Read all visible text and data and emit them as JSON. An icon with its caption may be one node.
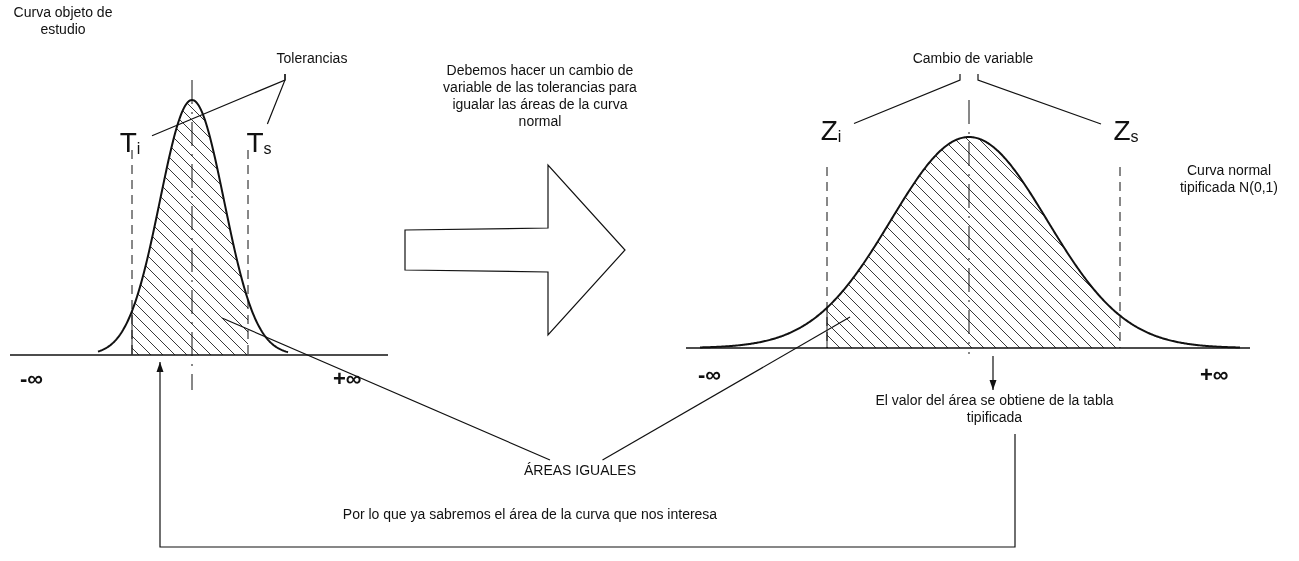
{
  "diagram": {
    "nodes": [
      {
        "text": [],
        "shape": "picture"
      },
      {
        "text": [
          "T$_{i}$"
        ],
        "in": 0
      },
      {
        "text": [
          "T$_{s}$"
        ],
        "in": 0
      },
      {
        "text": [
          "Tolerancias"
        ]
      },
      {
        "text": [],
        "shape": "picture"
      },
      {
        "text": [
          "Z$_{i}$"
        ],
        "in": 4
      },
      {
        "text": [
          "Z$_{s}$"
        ],
        "in": 4
      },
      {
        "text": [
          "Cambio de variable"
        ]
      },
      {
        "text": [
          "ÁREAS IGUALES"
        ]
      },
      {
        "text": [
          "El valor del área se obtiene de la tabla tipificada"
        ]
      }
    ],
    "edges": [
      {
        "from": 3,
        "to": 1,
        "arrow": "none"
      },
      {
        "from": 3,
        "to": 2,
        "arrow": "none"
      },
      {
        "from": 0,
        "to": 4,
        "arrow": "to",
        "style": "thick"
      },
      {
        "from": 7,
        "to": 5,
        "arrow": "none"
      },
      {
        "from": 7,
        "to": 6,
        "arrow": "none"
      },
      {
        "from": 8,
        "to": 0,
        "arrow": "none"
      },
      {
        "from": 8,
        "to": 4,
        "arrow": "none"
      },
      {
        "from": 4,
        "to": 9,
        "arrow": "to"
      },
      {
        "from": 9,
        "to": 0,
        "arrow": "to",
        "label": "Por lo que ya sabremos el área de la curva que nos interesa"
      }
    ],
    "labels": [
      "Curva objeto de estudio",
      "Debemos hacer un cambio de variable de las tolerancias para igualar las áreas de la curva normal",
      "Curva normal tipificada N(0,1)",
      "-∞",
      "+∞",
      "-∞",
      "+∞"
    ]
  }
}
